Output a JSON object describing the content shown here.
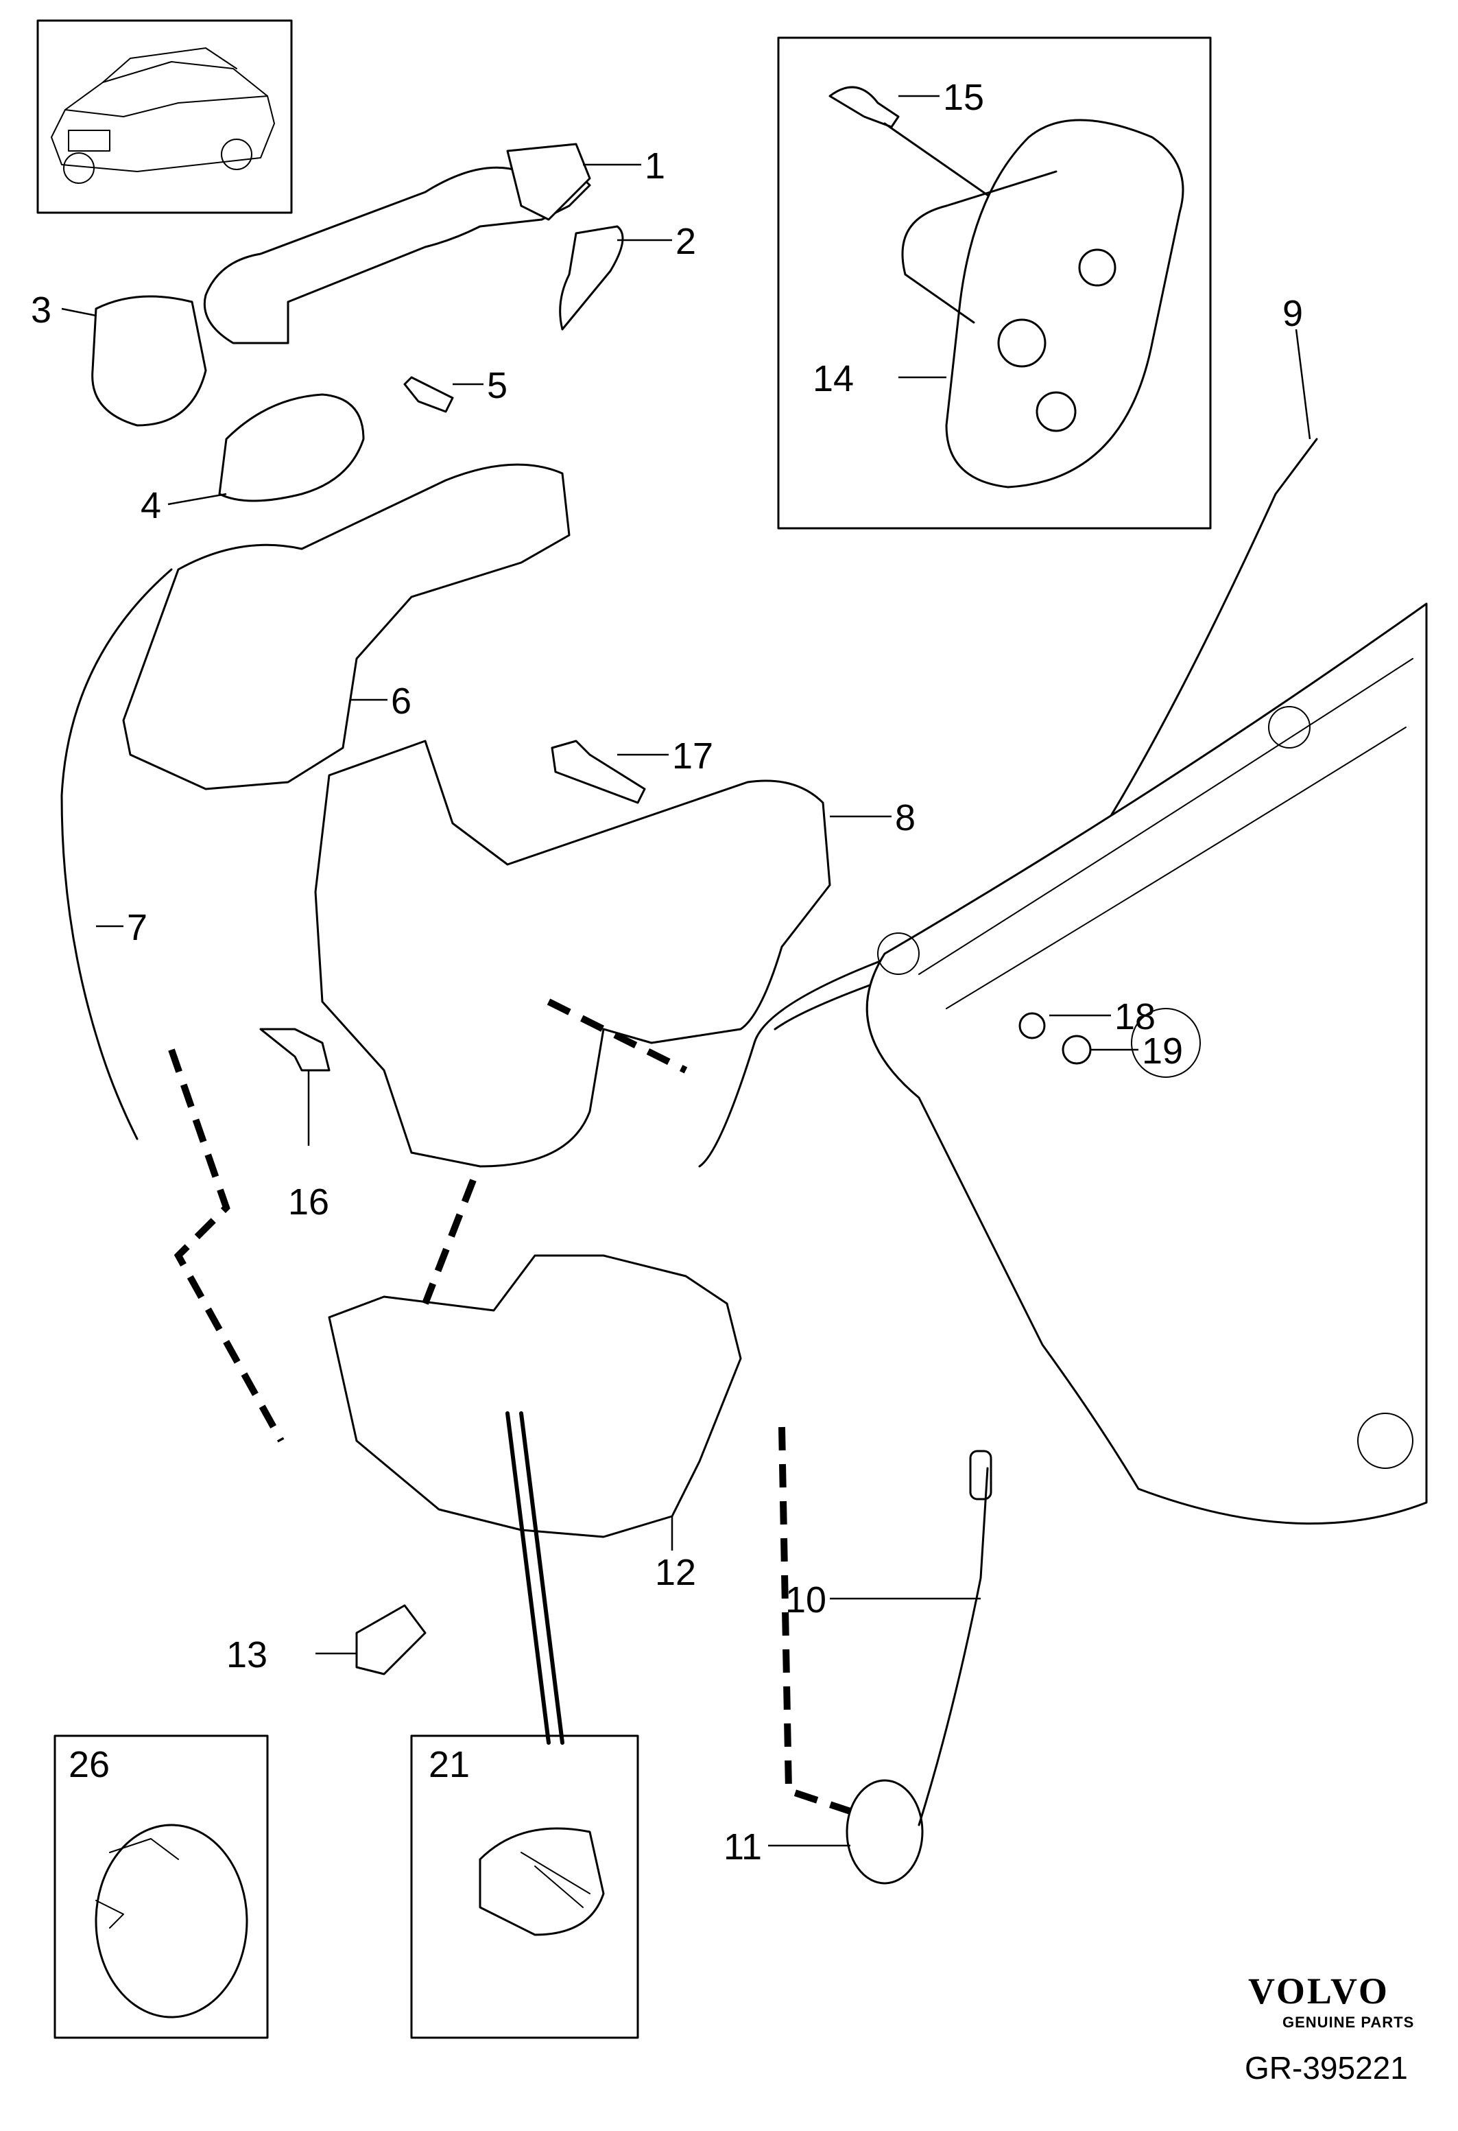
{
  "callouts": {
    "c1": "1",
    "c2": "2",
    "c3": "3",
    "c4": "4",
    "c5": "5",
    "c6": "6",
    "c7": "7",
    "c8": "8",
    "c9": "9",
    "c10": "10",
    "c11": "11",
    "c12": "12",
    "c13": "13",
    "c14": "14",
    "c15": "15",
    "c16": "16",
    "c17": "17",
    "c18": "18",
    "c19": "19",
    "c21": "21",
    "c26": "26"
  },
  "brand": {
    "name": "VOLVO",
    "subtitle": "GENUINE PARTS"
  },
  "reference": "GR-395221"
}
